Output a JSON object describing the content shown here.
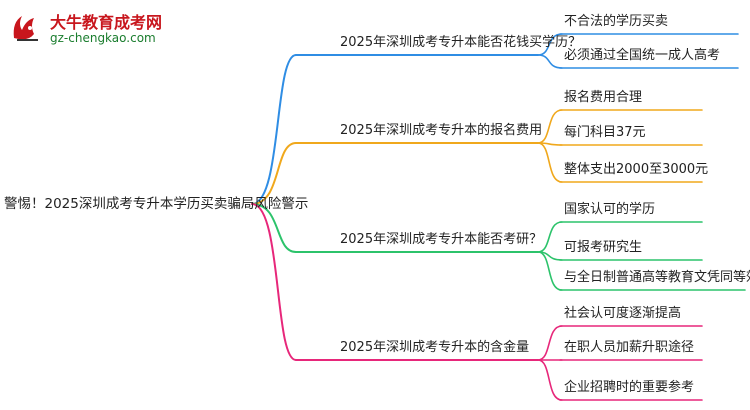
{
  "logo": {
    "name": "大牛教育成考网",
    "url": "gz-chengkao.com"
  },
  "root": "警惕！2025深圳成考专升本学历买卖骗局风险警示",
  "branches": [
    {
      "label": "2025年深圳成考专升本能否花钱买学历？",
      "color": "#2f8de4",
      "children": [
        "不合法的学历买卖",
        "必须通过全国统一成人高考"
      ]
    },
    {
      "label": "2025年深圳成考专升本的报名费用",
      "color": "#f0a81c",
      "children": [
        "报名费用合理",
        "每门科目37元",
        "整体支出2000至3000元"
      ]
    },
    {
      "label": "2025年深圳成考专升本能否考研？",
      "color": "#2cc36b",
      "children": [
        "国家认可的学历",
        "可报考研究生",
        "与全日制普通高等教育文凭同等效力"
      ]
    },
    {
      "label": "2025年深圳成考专升本的含金量",
      "color": "#e7277a",
      "children": [
        "社会认可度逐渐提高",
        "在职人员加薪升职途径",
        "企业招聘时的重要参考"
      ]
    }
  ]
}
